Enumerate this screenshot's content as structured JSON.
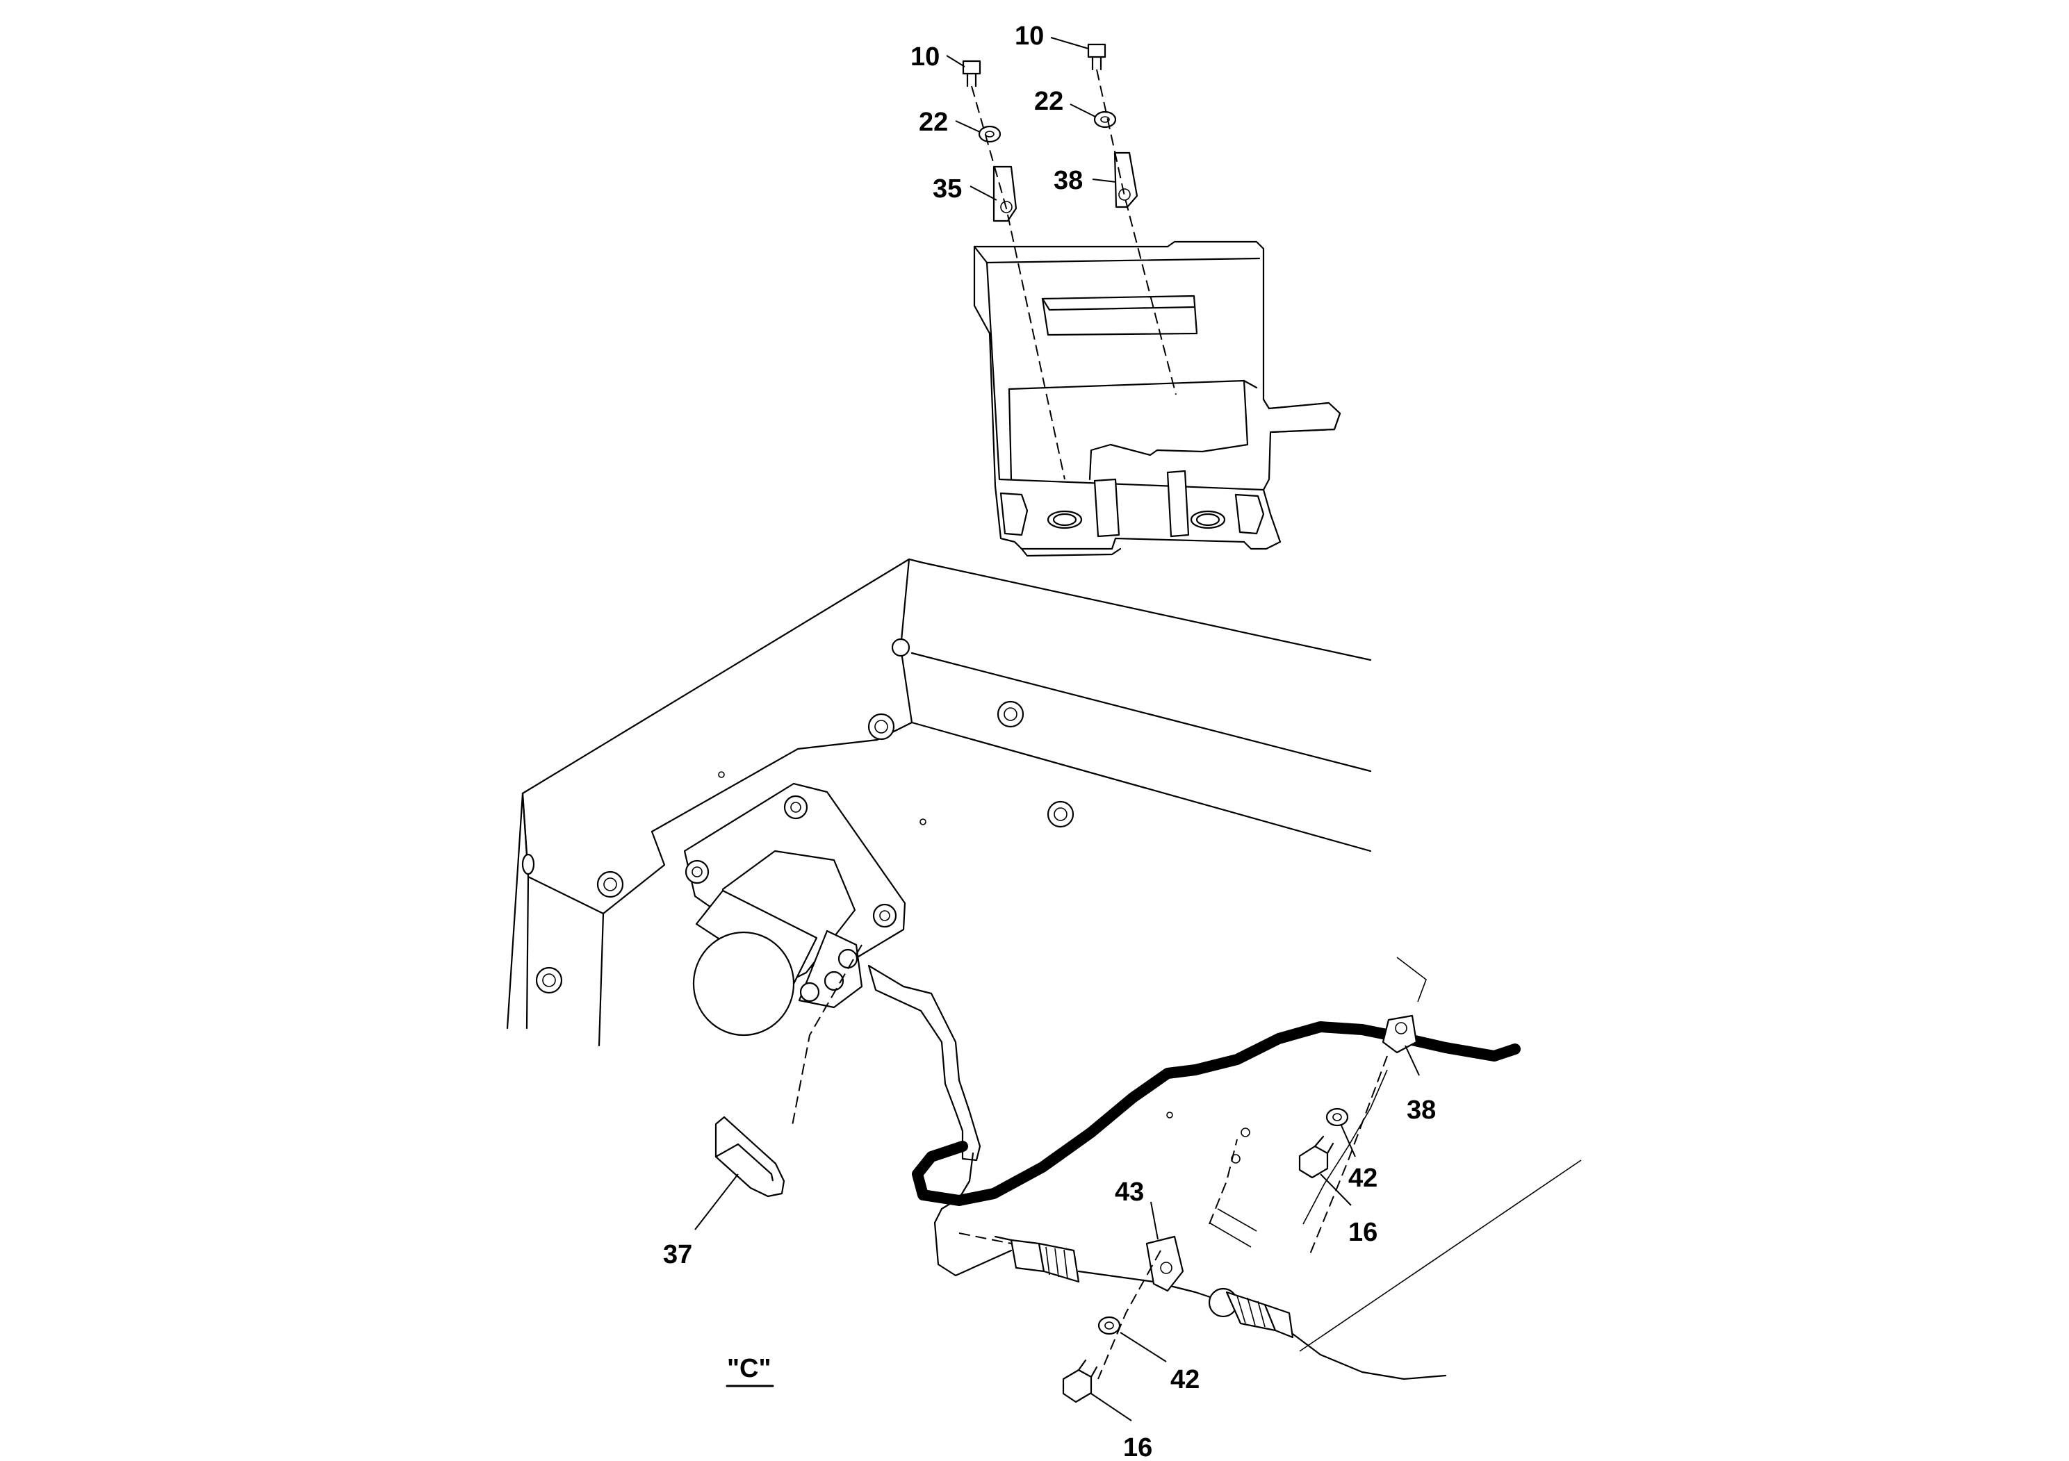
{
  "view_label": "\"C\"",
  "callouts": {
    "c10a": "10",
    "c10b": "10",
    "c22a": "22",
    "c22b": "22",
    "c35": "35",
    "c38a": "38",
    "c38b": "38",
    "c37": "37",
    "c43": "43",
    "c42a": "42",
    "c42b": "42",
    "c16a": "16",
    "c16b": "16"
  }
}
